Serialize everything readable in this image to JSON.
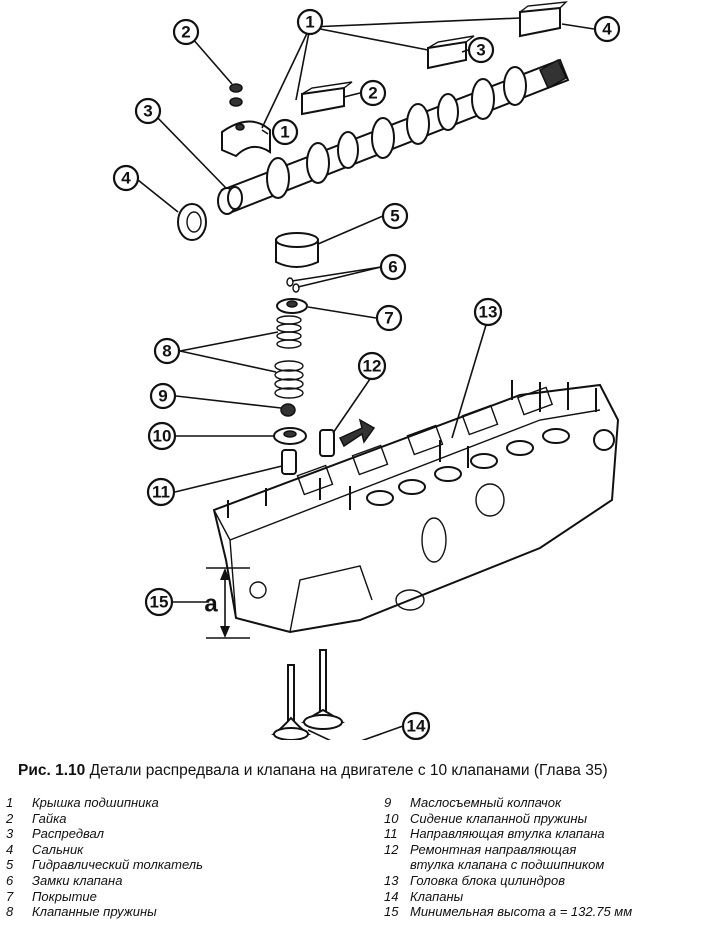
{
  "figure": {
    "number": "Рис. 1.10",
    "caption": "Детали распредвала и клапана на двигателе с 10 клапанами (Глава 35)"
  },
  "callouts": [
    "1",
    "2",
    "3",
    "4",
    "5",
    "6",
    "7",
    "8",
    "9",
    "10",
    "11",
    "12",
    "13",
    "14",
    "15"
  ],
  "dimension_label": "a",
  "legend_left": [
    {
      "num": "1",
      "text": "Крышка подшипника"
    },
    {
      "num": "2",
      "text": "Гайка"
    },
    {
      "num": "3",
      "text": "Распредвал"
    },
    {
      "num": "4",
      "text": "Сальник"
    },
    {
      "num": "5",
      "text": "Гидравлический толкатель"
    },
    {
      "num": "6",
      "text": "Замки клапана"
    },
    {
      "num": "7",
      "text": "Покрытие"
    },
    {
      "num": "8",
      "text": "Клапанные пружины"
    }
  ],
  "legend_right": [
    {
      "num": "9",
      "text": "Маслосъемный колпачок"
    },
    {
      "num": "10",
      "text": "Сидение клапанной пружины"
    },
    {
      "num": "11",
      "text": "Направляющая втулка клапана"
    },
    {
      "num": "12",
      "text": "Ремонтная направляющая"
    },
    {
      "num": "",
      "text": "втулка клапана с подшипником"
    },
    {
      "num": "13",
      "text": "Головка блока цилиндров"
    },
    {
      "num": "14",
      "text": "Клапаны"
    },
    {
      "num": "15",
      "text": "Минимельная высота a = 132.75 мм"
    }
  ]
}
